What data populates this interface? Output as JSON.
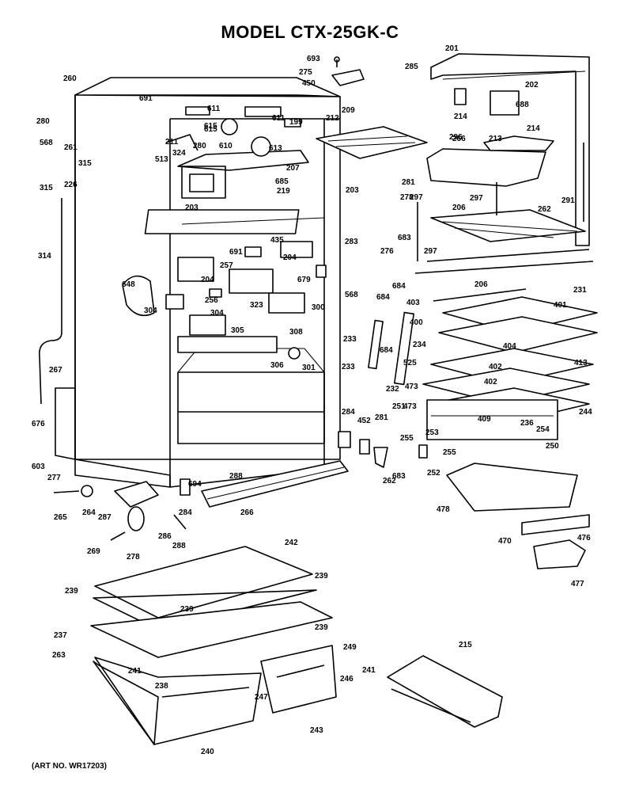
{
  "title": "MODEL CTX-25GK-C",
  "art_no": "(ART NO. WR17203)",
  "callouts": [
    "693",
    "275",
    "450",
    "285",
    "201",
    "260",
    "691",
    "611",
    "209",
    "212",
    "202",
    "688",
    "280",
    "615",
    "199",
    "214",
    "296",
    "214",
    "610",
    "611",
    "266",
    "213",
    "261",
    "211",
    "280",
    "568",
    "615",
    "613",
    "324",
    "513",
    "207",
    "315",
    "226",
    "685",
    "281",
    "278",
    "315",
    "203",
    "219",
    "203",
    "297",
    "297",
    "262",
    "291",
    "283",
    "683",
    "206",
    "314",
    "691",
    "435",
    "204",
    "297",
    "276",
    "257",
    "679",
    "204",
    "684",
    "206",
    "231",
    "648",
    "256",
    "568",
    "684",
    "403",
    "401",
    "323",
    "304",
    "300",
    "304",
    "308",
    "400",
    "404",
    "233",
    "234",
    "684",
    "402",
    "413",
    "305",
    "306",
    "301",
    "233",
    "525",
    "232",
    "473",
    "402",
    "267",
    "473",
    "251",
    "284",
    "409",
    "244",
    "236",
    "452",
    "281",
    "254",
    "676",
    "255",
    "253",
    "250",
    "255",
    "603",
    "277",
    "694",
    "288",
    "262",
    "252",
    "683",
    "478",
    "265",
    "264",
    "287",
    "284",
    "286",
    "266",
    "288",
    "269",
    "470",
    "476",
    "278",
    "477",
    "242",
    "239",
    "239",
    "239",
    "239",
    "237",
    "249",
    "263",
    "241",
    "241",
    "238",
    "246",
    "247",
    "215",
    "240",
    "243"
  ]
}
